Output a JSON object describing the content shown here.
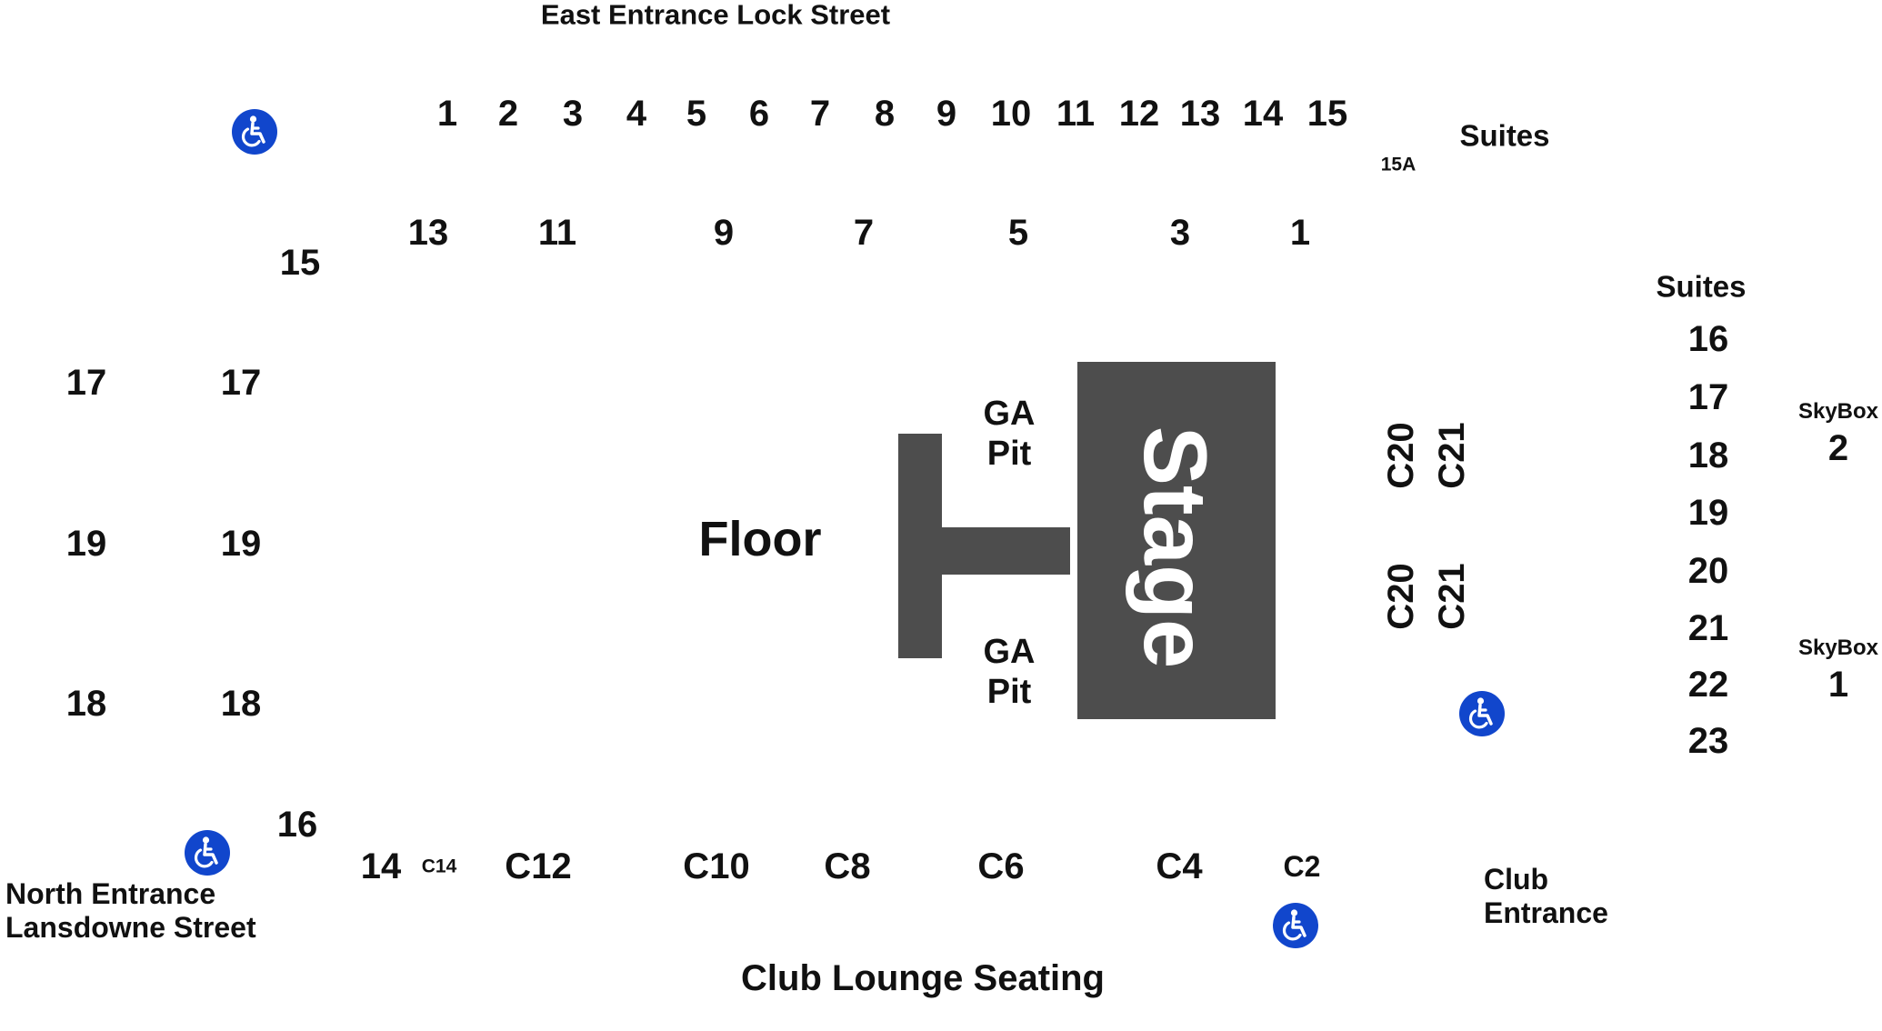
{
  "colors": {
    "block": "#4d4d4d",
    "text": "#111111",
    "wheelchair": "#1146cc",
    "background": "#ffffff"
  },
  "headings": {
    "east_entrance": "East Entrance Lock Street",
    "north_entrance_line1": "North Entrance",
    "north_entrance_line2": "Lansdowne Street",
    "club_entrance_line1": "Club",
    "club_entrance_line2": "Entrance",
    "club_lounge": "Club Lounge Seating",
    "suites_top": "Suites",
    "suites_right": "Suites"
  },
  "floor": {
    "floor_label": "Floor",
    "stage_label": "Stage",
    "ga_pit_line1": "GA",
    "ga_pit_line2": "Pit"
  },
  "sections": {
    "upper_row": [
      "1",
      "2",
      "3",
      "4",
      "5",
      "6",
      "7",
      "8",
      "9",
      "10",
      "11",
      "12",
      "13",
      "14",
      "15"
    ],
    "upper_15a": "15A",
    "lower_row": [
      "13",
      "11",
      "9",
      "7",
      "5",
      "3",
      "1"
    ],
    "left_corner_15": "15",
    "left_outer": [
      "17",
      "19",
      "18"
    ],
    "left_inner": [
      "17",
      "19",
      "18"
    ],
    "left_corner_16": "16",
    "bottom_row": [
      "14",
      "C14",
      "C12",
      "C10",
      "C8",
      "C6",
      "C4",
      "C2"
    ],
    "right_c": [
      "C20",
      "C21",
      "C20",
      "C21"
    ],
    "suites_numbers": [
      "16",
      "17",
      "18",
      "19",
      "20",
      "21",
      "22",
      "23"
    ]
  },
  "skyboxes": [
    {
      "label": "SkyBox",
      "number": "2"
    },
    {
      "label": "SkyBox",
      "number": "1"
    }
  ],
  "accessibility": {
    "icon": "wheelchair-icon",
    "count": 4
  }
}
